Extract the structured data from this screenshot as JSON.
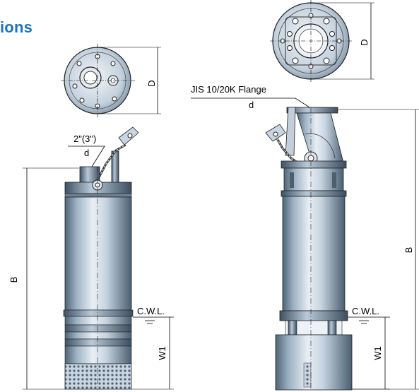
{
  "header": {
    "title_fragment": "ions"
  },
  "left_pump": {
    "dim_D": "D",
    "outlet_size": "2\"(3\")",
    "outlet_d": "d",
    "dim_B": "B",
    "cwl": "C.W.L.",
    "dim_W1": "W1"
  },
  "right_pump": {
    "dim_D": "D",
    "flange_label": "JIS 10/20K Flange",
    "flange_d": "d",
    "dim_B": "B",
    "cwl": "C.W.L.",
    "dim_W1": "W1"
  },
  "colors": {
    "heading": "#1e73be",
    "body_light": "#dde6ef",
    "body_mid": "#a9bccc",
    "body_dark": "#5d7183",
    "line": "#000000"
  }
}
